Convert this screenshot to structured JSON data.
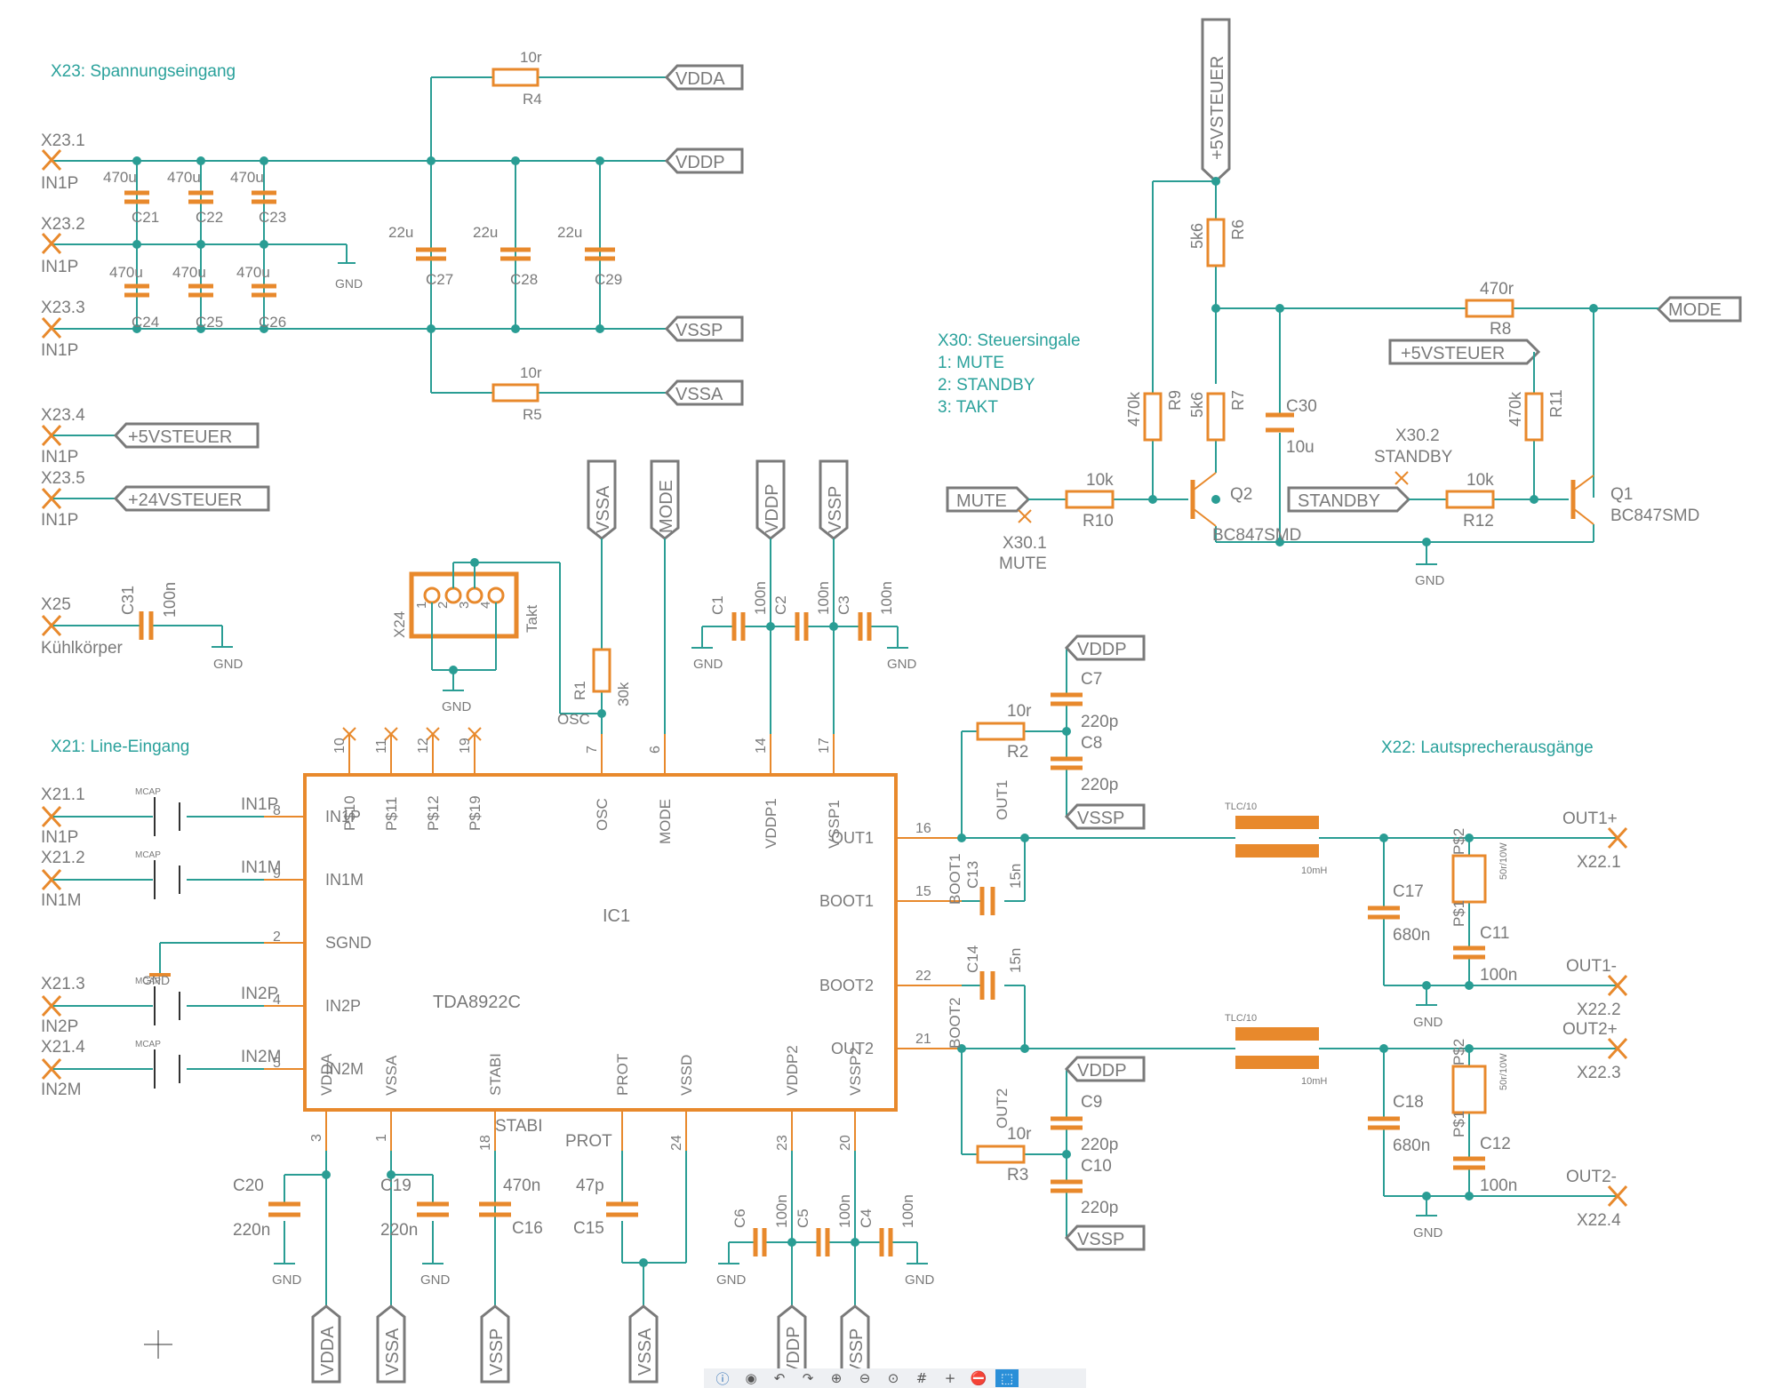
{
  "colors": {
    "wire": "#2a9d94",
    "part": "#e8892c",
    "label": "#7a7a7a",
    "note": "#2aa19b"
  },
  "notes": {
    "x23": "X23: Spannungseingang",
    "x21": "X21: Line-Eingang",
    "x22": "X22: Lautsprecherausgänge",
    "x30_title": "X30: Steuersingale",
    "x30_1": "1: MUTE",
    "x30_2": "2: STANDBY",
    "x30_3": "3: TAKT"
  },
  "connectors": {
    "x23_1": "X23.1",
    "x23_2": "X23.2",
    "x23_3": "X23.3",
    "x23_4": "X23.4",
    "x23_5": "X23.5",
    "in1p": "IN1P",
    "x25": "X25",
    "kuehl": "Kühlkörper",
    "x24": "X24",
    "takt": "Takt",
    "x21_1": "X21.1",
    "x21_2": "X21.2",
    "x21_3": "X21.3",
    "x21_4": "X21.4",
    "in1m": "IN1M",
    "in2p": "IN2P",
    "in2m": "IN2M",
    "x22_1": "X22.1",
    "x22_2": "X22.2",
    "x22_3": "X22.3",
    "x22_4": "X22.4",
    "x30_1": "X30.1",
    "x30_2": "X30.2",
    "mute": "MUTE",
    "standby": "STANDBY"
  },
  "net_labels": {
    "vdda": "VDDA",
    "vddp": "VDDP",
    "vssp": "VSSP",
    "vssa": "VSSA",
    "mode": "MODE",
    "5v": "+5VSTEUER",
    "24v": "+24VSTEUER",
    "mute": "MUTE",
    "standby": "STANDBY",
    "gnd": "GND",
    "osc": "OSC",
    "out1": "OUT1",
    "out2": "OUT2",
    "boot1": "BOOT1",
    "boot2": "BOOT2",
    "stabi": "STABI",
    "prot": "PROT",
    "out1p": "OUT1+",
    "out1m": "OUT1-",
    "out2p": "OUT2+",
    "out2m": "OUT2-",
    "in1p": "IN1P",
    "in1m": "IN1M",
    "in2p": "IN2P",
    "in2m": "IN2M"
  },
  "parts": {
    "r4": "R4",
    "r5": "R5",
    "r1": "R1",
    "r2": "R2",
    "r3": "R3",
    "r6": "R6",
    "r7": "R7",
    "r8": "R8",
    "r9": "R9",
    "r10": "R10",
    "r11": "R11",
    "r12": "R12",
    "c1": "C1",
    "c2": "C2",
    "c3": "C3",
    "c4": "C4",
    "c5": "C5",
    "c6": "C6",
    "c7": "C7",
    "c8": "C8",
    "c9": "C9",
    "c10": "C10",
    "c11": "C11",
    "c12": "C12",
    "c13": "C13",
    "c14": "C14",
    "c15": "C15",
    "c16": "C16",
    "c17": "C17",
    "c18": "C18",
    "c19": "C19",
    "c20": "C20",
    "c21": "C21",
    "c22": "C22",
    "c23": "C23",
    "c24": "C24",
    "c25": "C25",
    "c26": "C26",
    "c27": "C27",
    "c28": "C28",
    "c29": "C29",
    "c30": "C30",
    "c31": "C31",
    "q1": "Q1",
    "q2": "Q2",
    "ic1": "IC1",
    "bc847": "BC847SMD",
    "tda": "TDA8922C",
    "ps1": "P$1",
    "ps2": "P$2"
  },
  "values": {
    "10r": "10r",
    "470u": "470u",
    "22u": "22u",
    "100n": "100n",
    "30k": "30k",
    "220p": "220p",
    "15n": "15n",
    "680n": "680n",
    "220n": "220n",
    "470n": "470n",
    "47p": "47p",
    "5k6": "5k6",
    "470k": "470k",
    "10k": "10k",
    "470r": "470r",
    "10u": "10u",
    "50r10w": "50r/10W",
    "tlc10": "TLC/10",
    "10mh": "10mH",
    "mcap": "MCAP"
  },
  "ic_pins": {
    "in1p": "IN1P",
    "in1m": "IN1M",
    "sgnd": "SGND",
    "in2p": "IN2P",
    "in2m": "IN2M",
    "out1": "OUT1",
    "boot1": "BOOT1",
    "boot2": "BOOT2",
    "out2": "OUT2",
    "p10": "P$10",
    "p11": "P$11",
    "p12": "P$12",
    "p19": "P$19",
    "osc": "OSC",
    "mode": "MODE",
    "vddp1": "VDDP1",
    "vssp1": "VSSP1",
    "vdda": "VDDA",
    "vssa": "VSSA",
    "stabi": "STABI",
    "prot": "PROT",
    "vssd": "VSSD",
    "vddp2": "VDDP2",
    "vssp2": "VSSP2"
  },
  "pin_numbers": {
    "n10": "10",
    "n11": "11",
    "n12": "12",
    "n19": "19",
    "n7": "7",
    "n6": "6",
    "n14": "14",
    "n17": "17",
    "n16": "16",
    "n15": "15",
    "n22": "22",
    "n21": "21",
    "n8": "8",
    "n9": "9",
    "n2": "2",
    "n4": "4",
    "n5": "5",
    "n3": "3",
    "n1": "1",
    "n18": "18",
    "n24": "24",
    "n23": "23",
    "n20": "20",
    "h1": "1",
    "h2": "2",
    "h3": "3",
    "h4": "4"
  },
  "toolbar": [
    "info-icon",
    "eye-icon",
    "undo-icon",
    "redo-icon",
    "zoom-in-icon",
    "zoom-out-icon",
    "zoom-fit-icon",
    "grid-icon",
    "crosshair-icon",
    "stop-icon",
    "select-icon"
  ]
}
